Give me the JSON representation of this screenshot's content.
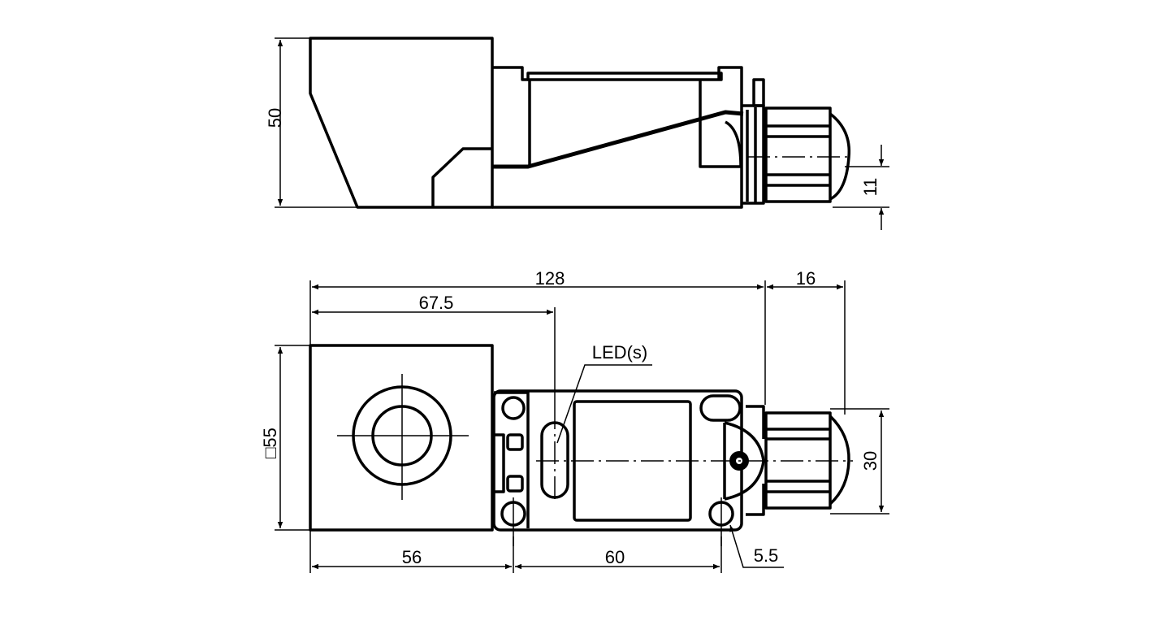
{
  "title": "Inductive sensor dimensional drawing",
  "colors": {
    "line": "#000000",
    "background": "#ffffff"
  },
  "side_view": {
    "dimensions": {
      "height": "50",
      "connector_offset": "11"
    }
  },
  "top_view": {
    "dimensions": {
      "overall_length": "128",
      "connector_length": "16",
      "led_position": "67.5",
      "head_square": "□55",
      "connector_width": "30",
      "head_length": "56",
      "hole_spacing": "60",
      "hole_diameter": "5.5"
    },
    "led_label": "LED(s)"
  }
}
